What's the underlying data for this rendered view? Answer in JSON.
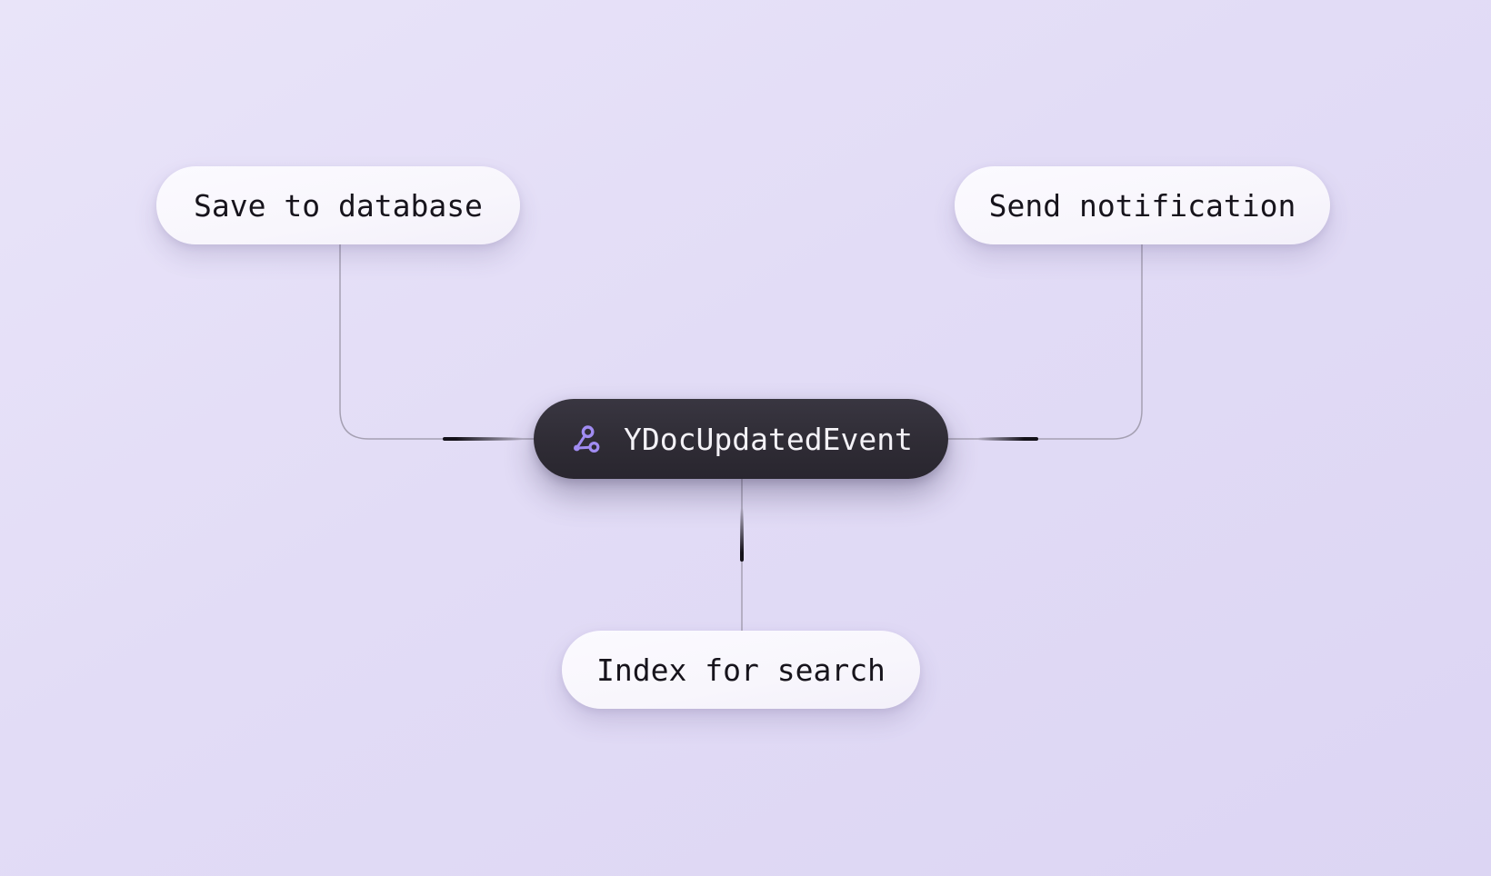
{
  "diagram": {
    "center_node": {
      "label": "YDocUpdatedEvent",
      "icon": "webhook-icon"
    },
    "action_nodes": [
      {
        "id": "save-to-database",
        "label": "Save to database"
      },
      {
        "id": "send-notification",
        "label": "Send notification"
      },
      {
        "id": "index-for-search",
        "label": "Index for search"
      }
    ]
  },
  "colors": {
    "background_start": "#e9e4f9",
    "background_end": "#dcd5f3",
    "action_node_bg": "#f8f6fc",
    "action_node_text": "#17141c",
    "center_node_bg": "#2f2c35",
    "center_node_text": "#f4f2f7",
    "icon_accent": "#a18cf2",
    "connector_line": "#a5a0b2",
    "pulse": "#141119"
  }
}
